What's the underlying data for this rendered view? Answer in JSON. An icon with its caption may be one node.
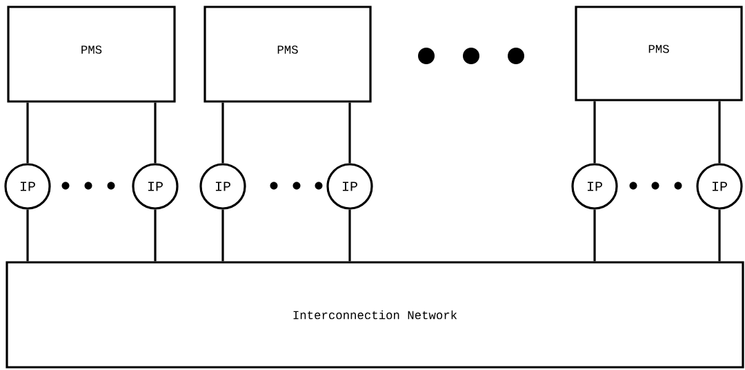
{
  "diagram": {
    "nodes": [
      {
        "text": [
          "PMS"
        ]
      },
      {
        "text": [
          "PMS"
        ]
      },
      {
        "text": [
          "PMS"
        ]
      },
      {
        "text": [
          "IP"
        ]
      },
      {
        "text": [
          "IP"
        ]
      },
      {
        "text": [
          "IP"
        ]
      },
      {
        "text": [
          "IP"
        ]
      },
      {
        "text": [
          "IP"
        ]
      },
      {
        "text": [
          "IP"
        ]
      },
      {
        "text": [
          "Interconnection Network"
        ]
      }
    ],
    "edges": [
      {
        "from": 0,
        "to": 3,
        "arrow": "none"
      },
      {
        "from": 0,
        "to": 4,
        "arrow": "none"
      },
      {
        "from": 1,
        "to": 5,
        "arrow": "none"
      },
      {
        "from": 1,
        "to": 6,
        "arrow": "none"
      },
      {
        "from": 2,
        "to": 7,
        "arrow": "none"
      },
      {
        "from": 2,
        "to": 8,
        "arrow": "none"
      },
      {
        "from": 3,
        "to": 9,
        "arrow": "none"
      },
      {
        "from": 4,
        "to": 9,
        "arrow": "none"
      },
      {
        "from": 5,
        "to": 9,
        "arrow": "none"
      },
      {
        "from": 6,
        "to": 9,
        "arrow": "none"
      },
      {
        "from": 7,
        "to": 9,
        "arrow": "none"
      },
      {
        "from": 8,
        "to": 9,
        "arrow": "none"
      }
    ]
  }
}
